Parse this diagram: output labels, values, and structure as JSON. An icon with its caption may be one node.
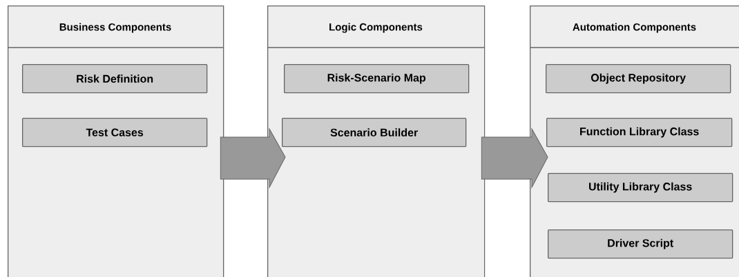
{
  "diagram": {
    "nodes": [
      {
        "text": [
          "Business Components"
        ]
      },
      {
        "text": [
          "Risk Definition"
        ],
        "in": 0
      },
      {
        "text": [
          "Test Cases"
        ],
        "in": 0
      },
      {
        "text": [
          "Logic Components"
        ]
      },
      {
        "text": [
          "Risk-Scenario Map"
        ],
        "in": 3
      },
      {
        "text": [
          "Scenario Builder"
        ],
        "in": 3
      },
      {
        "text": [
          "Automation Components"
        ]
      },
      {
        "text": [
          "Object Repository"
        ],
        "in": 6
      },
      {
        "text": [
          "Function Library Class"
        ],
        "in": 6
      },
      {
        "text": [
          "Utility Library Class"
        ],
        "in": 6
      },
      {
        "text": [
          "Driver Script"
        ],
        "in": 6
      }
    ],
    "edges": [
      {
        "from": 0,
        "to": 3,
        "arrow": "to"
      },
      {
        "from": 3,
        "to": 6,
        "arrow": "to"
      }
    ]
  }
}
